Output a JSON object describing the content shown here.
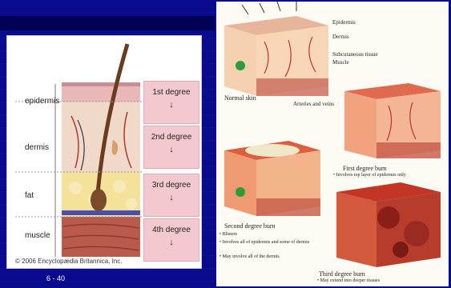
{
  "left": {
    "layers": [
      "epidermis",
      "dermis",
      "fat",
      "muscle"
    ],
    "degrees": [
      "1st degree",
      "2nd degree",
      "3rd degree",
      "4th degree"
    ],
    "copyright": "© 2006 Encyclopædia Britannica, Inc."
  },
  "slide_number": "6 - 40",
  "right": {
    "layer_labels": [
      "Epidermis",
      "Dermis",
      "Subcutaneous tissue",
      "Muscle"
    ],
    "vessel_label": "Arteries and veins",
    "normal_label": "Normal skin",
    "first_label": "First degree burn",
    "first_bullets": [
      "Involves top layer of epidermis only"
    ],
    "second_label": "Second degree burn",
    "second_bullets": [
      "Blisters",
      "Involves all of epidermis and some of dermis",
      "May involve all of the dermis"
    ],
    "third_label": "Third degree burn",
    "third_bullets": [
      "May extend into deeper tissues"
    ]
  }
}
